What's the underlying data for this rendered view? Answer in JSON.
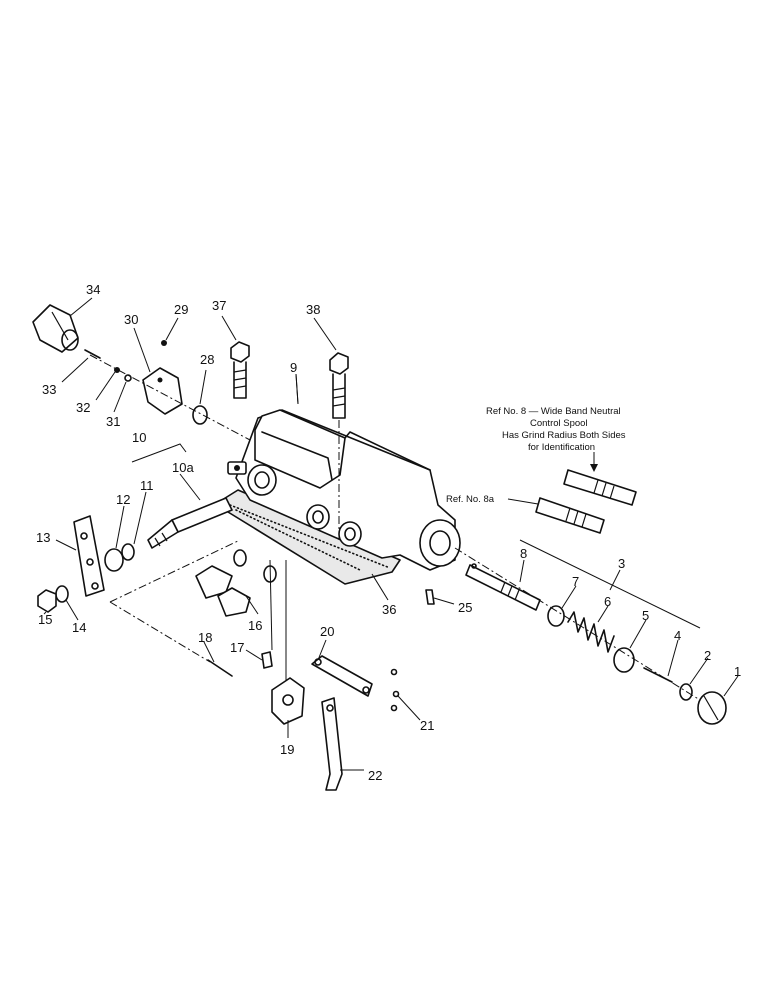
{
  "diagram": {
    "callouts": [
      {
        "id": "1",
        "label": "1"
      },
      {
        "id": "2",
        "label": "2"
      },
      {
        "id": "3",
        "label": "3"
      },
      {
        "id": "4",
        "label": "4"
      },
      {
        "id": "5",
        "label": "5"
      },
      {
        "id": "6",
        "label": "6"
      },
      {
        "id": "7",
        "label": "7"
      },
      {
        "id": "8",
        "label": "8"
      },
      {
        "id": "9",
        "label": "9"
      },
      {
        "id": "10",
        "label": "10"
      },
      {
        "id": "10a",
        "label": "10a"
      },
      {
        "id": "11",
        "label": "11"
      },
      {
        "id": "12",
        "label": "12"
      },
      {
        "id": "13",
        "label": "13"
      },
      {
        "id": "14",
        "label": "14"
      },
      {
        "id": "15",
        "label": "15"
      },
      {
        "id": "16",
        "label": "16"
      },
      {
        "id": "17",
        "label": "17"
      },
      {
        "id": "18",
        "label": "18"
      },
      {
        "id": "19",
        "label": "19"
      },
      {
        "id": "20",
        "label": "20"
      },
      {
        "id": "21",
        "label": "21"
      },
      {
        "id": "22",
        "label": "22"
      },
      {
        "id": "25",
        "label": "25"
      },
      {
        "id": "28",
        "label": "28"
      },
      {
        "id": "29",
        "label": "29"
      },
      {
        "id": "30",
        "label": "30"
      },
      {
        "id": "31",
        "label": "31"
      },
      {
        "id": "32",
        "label": "32"
      },
      {
        "id": "33",
        "label": "33"
      },
      {
        "id": "34",
        "label": "34"
      },
      {
        "id": "36",
        "label": "36"
      },
      {
        "id": "37",
        "label": "37"
      },
      {
        "id": "38",
        "label": "38"
      }
    ],
    "note_lines": [
      "Ref No. 8 — Wide Band Neutral",
      "Control Spool",
      "Has Grind Radius Both Sides",
      "for Identification"
    ],
    "ref_8a": "Ref. No. 8a"
  }
}
